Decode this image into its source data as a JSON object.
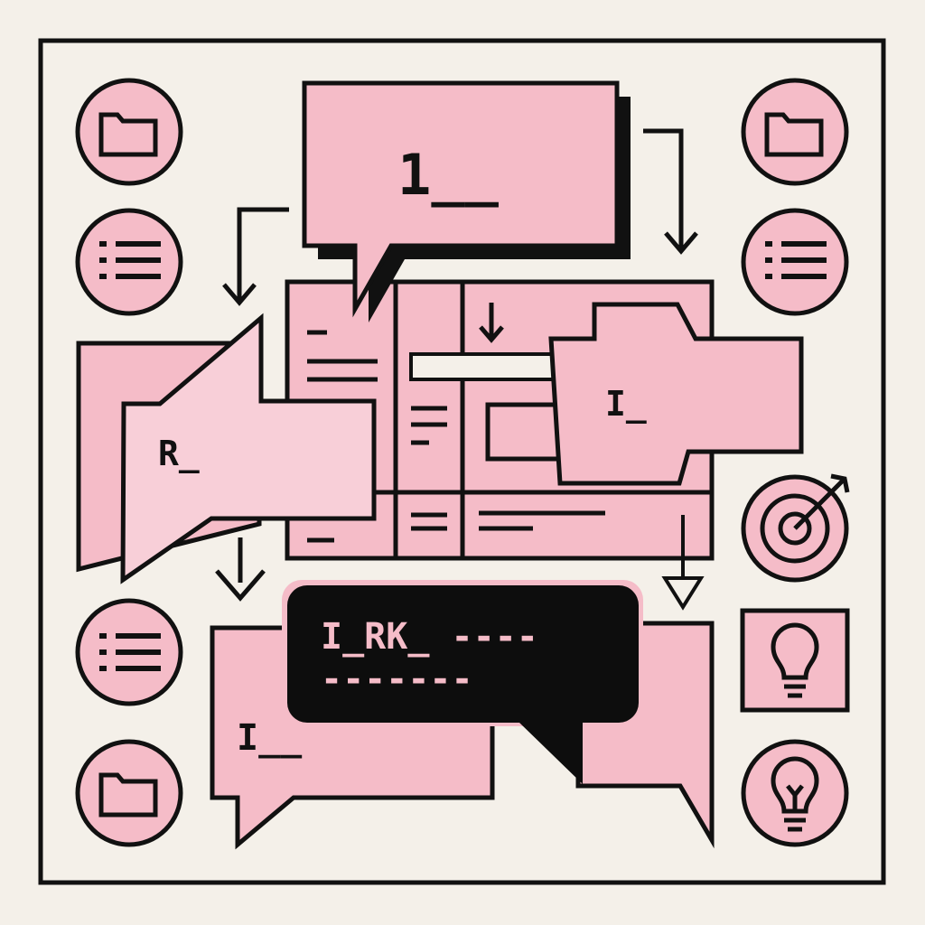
{
  "colors": {
    "background": "#f4f0e9",
    "pink": "#f5bcc8",
    "pink_light": "#f8cfd8",
    "ink": "#111111"
  },
  "bubbles": {
    "top": "1__",
    "left": "R_",
    "right_folder": "I_",
    "terminal_line1": "I_RK_ ----",
    "terminal_line2": "-------",
    "bottom_left": "I__"
  },
  "icons": {
    "left": [
      "folder-icon",
      "list-icon",
      "list-icon",
      "folder-icon"
    ],
    "right": [
      "folder-icon",
      "list-icon",
      "target-icon",
      "lightbulb-icon",
      "lightbulb-icon"
    ]
  }
}
